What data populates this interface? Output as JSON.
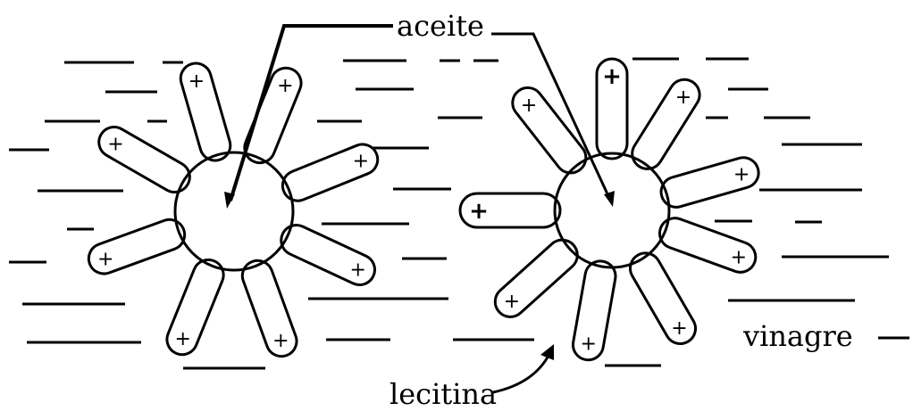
{
  "labels": {
    "oil": "aceite",
    "vinegar": "vinagre",
    "lecithin": "lecitina"
  },
  "head_charge": "+",
  "colors": {
    "ink": "#000000",
    "background": "#ffffff"
  }
}
